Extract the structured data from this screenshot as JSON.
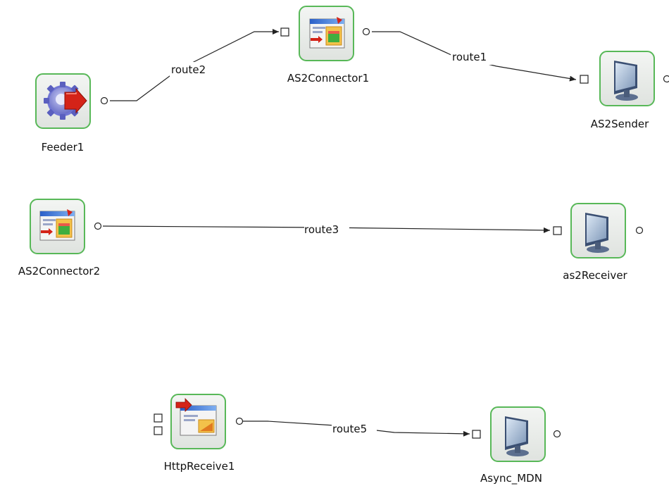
{
  "colors": {
    "node_border": "#58b858",
    "node_fill": "#e9ece9",
    "edge": "#222222",
    "background": "#ffffff"
  },
  "nodes": [
    {
      "id": "feeder1",
      "label": "Feeder1",
      "icon": "feeder-gear-icon",
      "in_ports": 0,
      "out_port": true
    },
    {
      "id": "as2connector1",
      "label": "AS2Connector1",
      "icon": "connector-window-icon",
      "in_ports": 1,
      "out_port": true
    },
    {
      "id": "as2sender",
      "label": "AS2Sender",
      "icon": "monitor-icon",
      "in_ports": 1,
      "out_port": true
    },
    {
      "id": "as2connector2",
      "label": "AS2Connector2",
      "icon": "connector-window-icon",
      "in_ports": 0,
      "out_port": true
    },
    {
      "id": "as2receiver",
      "label": "as2Receiver",
      "icon": "monitor-icon",
      "in_ports": 1,
      "out_port": true
    },
    {
      "id": "httpreceive1",
      "label": "HttpReceive1",
      "icon": "http-receive-window-icon",
      "in_ports": 2,
      "out_port": true
    },
    {
      "id": "async_mdn",
      "label": "Async_MDN",
      "icon": "monitor-icon",
      "in_ports": 1,
      "out_port": true
    }
  ],
  "edges": [
    {
      "id": "route2",
      "label": "route2",
      "from": "feeder1",
      "to": "as2connector1"
    },
    {
      "id": "route1",
      "label": "route1",
      "from": "as2connector1",
      "to": "as2sender"
    },
    {
      "id": "route3",
      "label": "route3",
      "from": "as2connector2",
      "to": "as2receiver"
    },
    {
      "id": "route5",
      "label": "route5",
      "from": "httpreceive1",
      "to": "async_mdn"
    }
  ]
}
